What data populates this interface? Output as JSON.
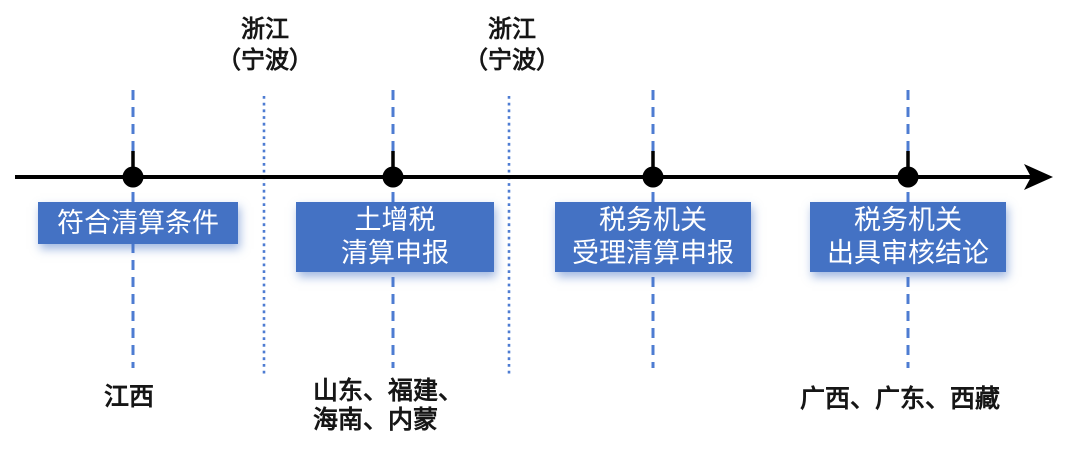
{
  "colors": {
    "box_blue": "#4472C4",
    "line_blue": "#4E7CD2",
    "axis_color": "#000000"
  },
  "top_annotations": [
    {
      "line1": "浙江",
      "line2": "（宁波）"
    },
    {
      "line1": "浙江",
      "line2": "（宁波）"
    }
  ],
  "milestones": [
    {
      "box_line1": "符合清算条件"
    },
    {
      "box_line1": "土增税",
      "box_line2": "清算申报"
    },
    {
      "box_line1": "税务机关",
      "box_line2": "受理清算申报"
    },
    {
      "box_line1": "税务机关",
      "box_line2": "出具审核结论"
    }
  ],
  "bottom_notes": [
    {
      "line1": "江西"
    },
    {
      "line1": "山东、福建、",
      "line2": "海南、内蒙"
    },
    {
      "line1": "广西、广东、西藏"
    }
  ]
}
